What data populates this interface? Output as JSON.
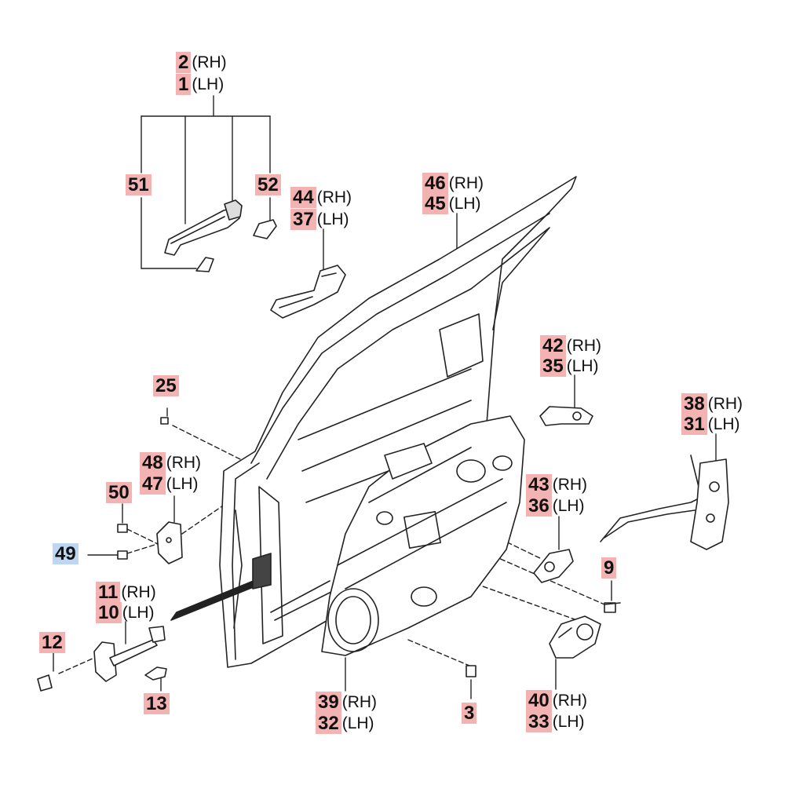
{
  "diagram": {
    "colors": {
      "highlight_red": "#f4b3b3",
      "highlight_blue": "#bcd6f3",
      "line": "#222222"
    },
    "callouts": [
      {
        "id": "c2",
        "num": "2",
        "suffix": "(RH)",
        "hl": "red"
      },
      {
        "id": "c1",
        "num": "1",
        "suffix": "(LH)",
        "hl": "red"
      },
      {
        "id": "c51",
        "num": "51",
        "suffix": "",
        "hl": "red"
      },
      {
        "id": "c52",
        "num": "52",
        "suffix": "",
        "hl": "red"
      },
      {
        "id": "c44",
        "num": "44",
        "suffix": "(RH)",
        "hl": "red"
      },
      {
        "id": "c37",
        "num": "37",
        "suffix": "(LH)",
        "hl": "red"
      },
      {
        "id": "c46",
        "num": "46",
        "suffix": "(RH)",
        "hl": "red"
      },
      {
        "id": "c45",
        "num": "45",
        "suffix": "(LH)",
        "hl": "red"
      },
      {
        "id": "c42",
        "num": "42",
        "suffix": "(RH)",
        "hl": "red"
      },
      {
        "id": "c35",
        "num": "35",
        "suffix": "(LH)",
        "hl": "red"
      },
      {
        "id": "c25",
        "num": "25",
        "suffix": "",
        "hl": "red"
      },
      {
        "id": "c38",
        "num": "38",
        "suffix": "(RH)",
        "hl": "red"
      },
      {
        "id": "c31",
        "num": "31",
        "suffix": "(LH)",
        "hl": "red"
      },
      {
        "id": "c48",
        "num": "48",
        "suffix": "(RH)",
        "hl": "red"
      },
      {
        "id": "c47",
        "num": "47",
        "suffix": "(LH)",
        "hl": "red"
      },
      {
        "id": "c50",
        "num": "50",
        "suffix": "",
        "hl": "red"
      },
      {
        "id": "c43",
        "num": "43",
        "suffix": "(RH)",
        "hl": "red"
      },
      {
        "id": "c36",
        "num": "36",
        "suffix": "(LH)",
        "hl": "red"
      },
      {
        "id": "c49",
        "num": "49",
        "suffix": "",
        "hl": "blue"
      },
      {
        "id": "c9",
        "num": "9",
        "suffix": "",
        "hl": "red"
      },
      {
        "id": "c11",
        "num": "11",
        "suffix": "(RH)",
        "hl": "red"
      },
      {
        "id": "c10",
        "num": "10",
        "suffix": "(LH)",
        "hl": "red"
      },
      {
        "id": "c12",
        "num": "12",
        "suffix": "",
        "hl": "red"
      },
      {
        "id": "c13",
        "num": "13",
        "suffix": "",
        "hl": "red"
      },
      {
        "id": "c39",
        "num": "39",
        "suffix": "(RH)",
        "hl": "red"
      },
      {
        "id": "c32",
        "num": "32",
        "suffix": "(LH)",
        "hl": "red"
      },
      {
        "id": "c3",
        "num": "3",
        "suffix": "",
        "hl": "red"
      },
      {
        "id": "c40",
        "num": "40",
        "suffix": "(RH)",
        "hl": "red"
      },
      {
        "id": "c33",
        "num": "33",
        "suffix": "(LH)",
        "hl": "red"
      }
    ]
  }
}
